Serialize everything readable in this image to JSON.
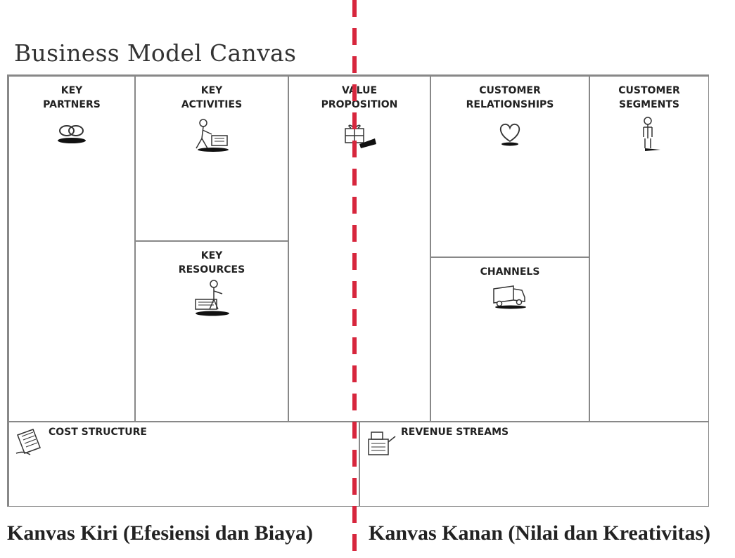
{
  "title": "Business Model Canvas",
  "blocks": {
    "key_partners": "KEY\nPARTNERS",
    "key_activities": "KEY\nACTIVITIES",
    "key_resources": "KEY\nRESOURCES",
    "value_proposition": "VALUE\nPROPOSITION",
    "customer_relationships": "CUSTOMER\nRELATIONSHIPS",
    "channels": "CHANNELS",
    "customer_segments": "CUSTOMER\nSEGMENTS",
    "cost_structure": "COST STRUCTURE",
    "revenue_streams": "REVENUE STREAMS"
  },
  "icons": {
    "key_partners": "linked-rings-icon",
    "key_activities": "worker-icon",
    "key_resources": "person-with-resources-icon",
    "value_proposition": "gift-box-icon",
    "customer_relationships": "heart-icon",
    "channels": "delivery-truck-icon",
    "customer_segments": "standing-person-icon",
    "cost_structure": "receipt-icon",
    "revenue_streams": "cash-register-icon"
  },
  "captions": {
    "left": "Kanvas Kiri (Efesiensi dan Biaya)",
    "right": "Kanvas Kanan (Nilai dan Kreativitas)"
  },
  "colors": {
    "divider": "#d7263d",
    "border": "#888888",
    "text": "#222222"
  }
}
